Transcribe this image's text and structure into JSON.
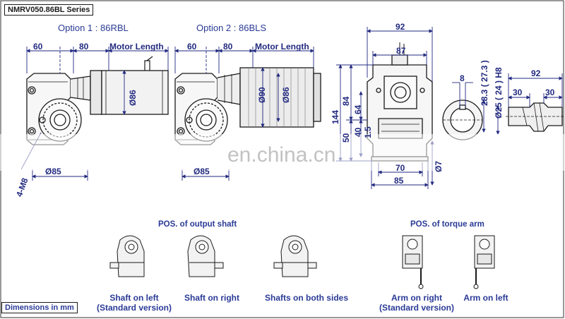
{
  "series_title": "NMRV050.86BL Series",
  "options": {
    "option1": "Option 1 : 86RBL",
    "option2": "Option 2 : 86BLS"
  },
  "dims": {
    "o1_60": "60",
    "o1_80": "80",
    "o1_motor_length": "Motor Length",
    "o1_phi86": "Ø86",
    "o1_phi85": "Ø85",
    "o2_60": "60",
    "o2_80": "80",
    "o2_motor_length": "Motor Length",
    "o2_phi90": "Ø90",
    "o2_phi86": "Ø86",
    "o2_phi85": "Ø85",
    "bolts": "4-M8",
    "side_92": "92",
    "side_87": "87",
    "side_144": "144",
    "side_84": "84",
    "side_64": "64",
    "side_50": "50",
    "side_40": "40",
    "side_15": "1.5",
    "side_70": "70",
    "side_85": "85",
    "side_phi7": "Ø7",
    "bore_8": "8",
    "bore_283": "28.3 ( 27.3 )",
    "bore_phi25": "Ø25 ( 24 ) H8",
    "shaft_92": "92",
    "shaft_30a": "30",
    "shaft_30b": "30"
  },
  "watermark": "en.china.cn",
  "pos_output_shaft": {
    "title": "POS. of output shaft",
    "items": [
      {
        "line1": "Shaft on left",
        "line2": "(Standard version)"
      },
      {
        "line1": "Shaft on right",
        "line2": ""
      },
      {
        "line1": "Shafts on both sides",
        "line2": ""
      }
    ]
  },
  "pos_torque_arm": {
    "title": "POS. of torque arm",
    "items": [
      {
        "line1": "Arm on right",
        "line2": "(Standard version)"
      },
      {
        "line1": "Arm on left",
        "line2": ""
      }
    ]
  },
  "units_note": "Dimensions in mm",
  "colors": {
    "line": "#1a1a1a",
    "dimension": "#222a80",
    "accent": "#2a3a96"
  }
}
